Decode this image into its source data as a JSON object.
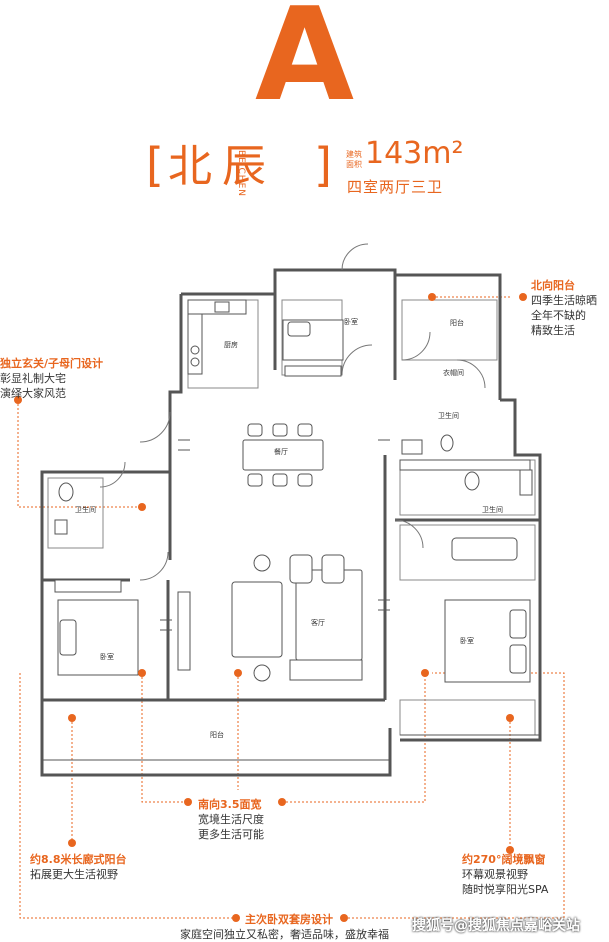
{
  "header": {
    "letter": "A",
    "bracket_left": "[",
    "bracket_right": "]",
    "name": "北辰",
    "pinyin": "BEICHEN",
    "area_label_1": "建筑",
    "area_label_2": "面积",
    "area_value": "143",
    "area_unit": "m²",
    "rooms": "四室两厅三卫"
  },
  "callouts": {
    "north_balcony": {
      "title": "北向阳台",
      "lines": [
        "四季生活晾晒",
        "全年不缺的",
        "精致生活"
      ]
    },
    "entrance": {
      "title": "独立玄关/子母门设计",
      "lines": [
        "彰显礼制大宅",
        "演绎大家风范"
      ]
    },
    "south": {
      "title": "南向3.5面宽",
      "lines": [
        "宽境生活尺度",
        "更多生活可能"
      ]
    },
    "balcony": {
      "title": "约8.8米长廊式阳台",
      "lines": [
        "拓展更大生活视野"
      ]
    },
    "bay": {
      "title": "约270°阔境飘窗",
      "lines": [
        "环幕观景视野",
        "随时悦享阳光SPA"
      ]
    },
    "suites": {
      "title": "主次卧双套房设计",
      "lines": [
        "家庭空间独立又私密，奢适品味，盛放幸福"
      ]
    }
  },
  "rooms": {
    "bedroom_top": "卧室",
    "kitchen": "厨房",
    "balcony_north": "阳台",
    "cloakroom": "衣帽间",
    "bath_mid": "卫生间",
    "bath_left": "卫生间",
    "bath_right": "卫生间",
    "dining": "餐厅",
    "living": "客厅",
    "bedroom_left": "卧室",
    "bedroom_right": "卧室",
    "balcony_south": "阳台"
  },
  "watermark": "搜狐号@搜狐焦点嘉峪关站",
  "colors": {
    "accent": "#e8661f",
    "wall": "#555555",
    "text": "#333333"
  }
}
